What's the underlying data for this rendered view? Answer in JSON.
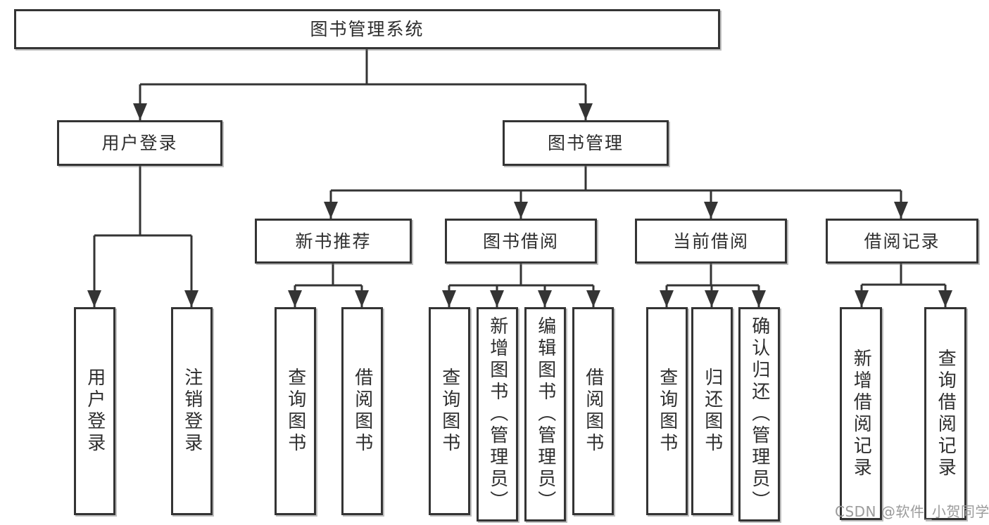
{
  "diagram": {
    "title": "图书管理系统",
    "type": "功能结构图 (function structure tree)"
  },
  "colors": {
    "line": "#343434",
    "box_border": "#343434",
    "box_background": "#ffffff",
    "text": "#2e2e2e",
    "watermark": "#9b9b9b",
    "page_background": "#ffffff"
  },
  "tree": {
    "label": "图书管理系统",
    "children": [
      {
        "label": "用户登录",
        "children": [
          {
            "label": "用户登录"
          },
          {
            "label": "注销登录"
          }
        ]
      },
      {
        "label": "图书管理",
        "children": [
          {
            "label": "新书推荐",
            "children": [
              {
                "label": "查询图书"
              },
              {
                "label": "借阅图书"
              }
            ]
          },
          {
            "label": "图书借阅",
            "children": [
              {
                "label": "查询图书"
              },
              {
                "label": "新增图书（管理员）"
              },
              {
                "label": "编辑图书（管理员）"
              },
              {
                "label": "借阅图书"
              }
            ]
          },
          {
            "label": "当前借阅",
            "children": [
              {
                "label": "查询图书"
              },
              {
                "label": "归还图书"
              },
              {
                "label": "确认归还（管理员）"
              }
            ]
          },
          {
            "label": "借阅记录",
            "children": [
              {
                "label": "新增借阅记录"
              },
              {
                "label": "查询借阅记录"
              }
            ]
          }
        ]
      }
    ]
  },
  "watermark": {
    "text": "CSDN @软件_小贺同学"
  }
}
